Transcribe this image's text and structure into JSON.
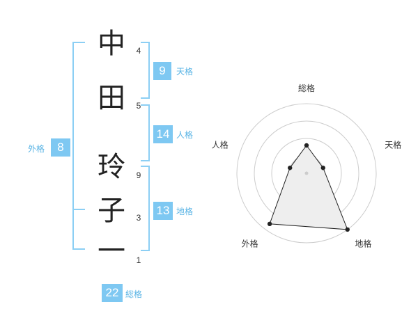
{
  "name": {
    "characters": [
      {
        "char": "中",
        "strokes": "4"
      },
      {
        "char": "田",
        "strokes": "5"
      },
      {
        "char": "玲",
        "strokes": "9"
      },
      {
        "char": "子",
        "strokes": "3"
      },
      {
        "char": "一",
        "strokes": "1"
      }
    ]
  },
  "fortunes": {
    "tenkaku": {
      "value": "9",
      "label": "天格"
    },
    "jinkaku": {
      "value": "14",
      "label": "人格"
    },
    "chikaku": {
      "value": "13",
      "label": "地格"
    },
    "gaikaku": {
      "value": "8",
      "label": "外格"
    },
    "soukaku": {
      "value": "22",
      "label": "総格"
    }
  },
  "radar": {
    "axes": [
      "総格",
      "天格",
      "地格",
      "外格",
      "人格"
    ],
    "values": [
      0.4,
      0.25,
      1.0,
      0.9,
      0.25
    ],
    "max_rings": 4,
    "colors": {
      "ring": "#cccccc",
      "fill": "#eeeeee",
      "line": "#222222"
    }
  }
}
